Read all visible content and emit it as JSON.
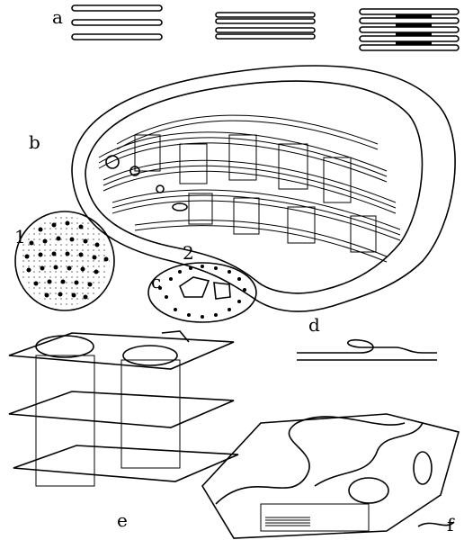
{
  "labels": {
    "a": "a",
    "b": "b",
    "c": "c",
    "d": "d",
    "e": "e",
    "f": "f",
    "n1": "1",
    "n2": "2"
  }
}
